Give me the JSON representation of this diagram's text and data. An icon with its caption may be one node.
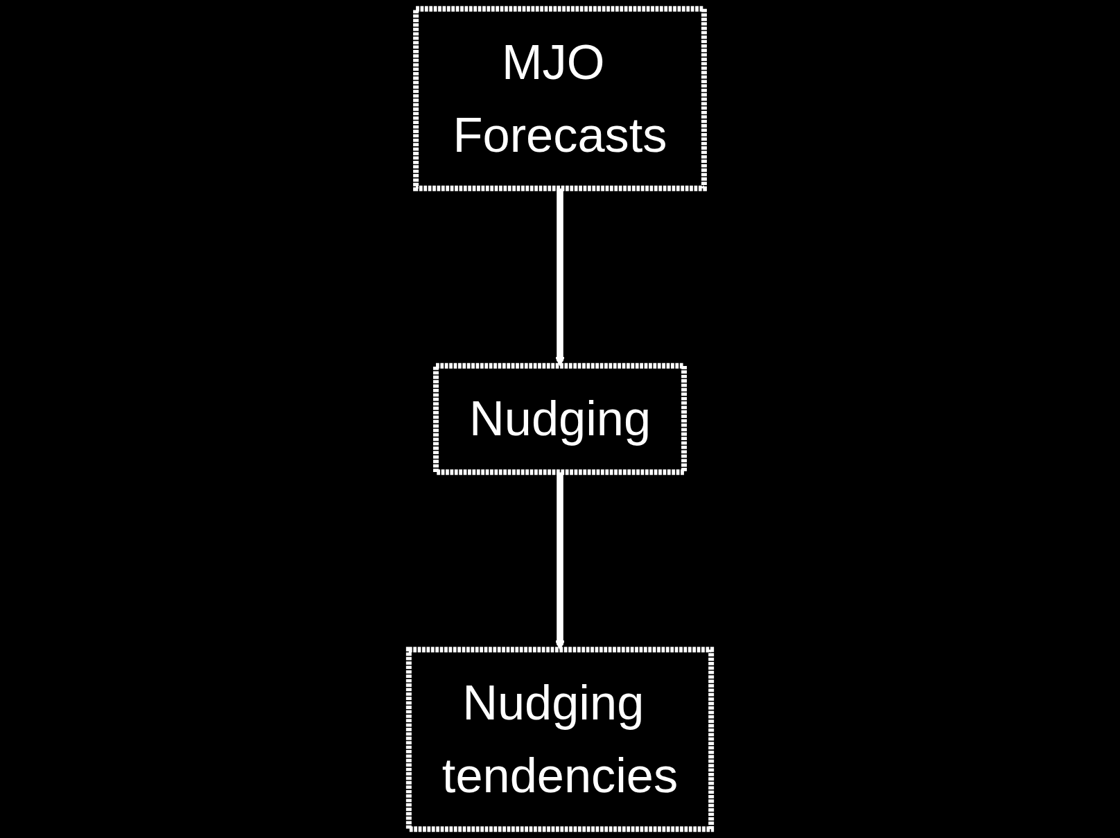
{
  "diagram": {
    "nodes": [
      {
        "text": [
          "MJO Forecasts"
        ]
      },
      {
        "text": [
          "Nudging"
        ]
      },
      {
        "text": [
          "Nudging tendencies"
        ]
      }
    ],
    "edges": [
      {
        "from": 0,
        "to": 1,
        "arrow": "to"
      },
      {
        "from": 1,
        "to": 2,
        "arrow": "to"
      }
    ]
  }
}
